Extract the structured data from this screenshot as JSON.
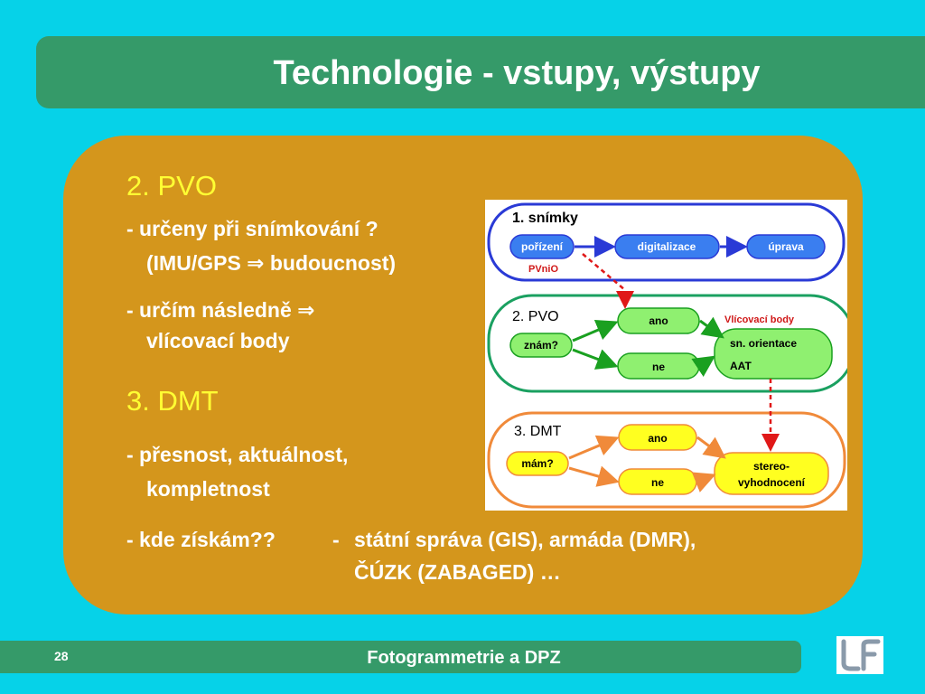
{
  "title": "Technologie - vstupy, výstupy",
  "sections": {
    "pvo_heading": "2. PVO",
    "pvo_line1": "- určeny při snímkování ?",
    "pvo_line2_a": "(IMU/GPS",
    "pvo_line2_arrow": "⇒",
    "pvo_line2_b": "budoucnost)",
    "pvo_line3_a": "- určím následně",
    "pvo_line3_arrow": "⇒",
    "pvo_line4": "vlícovací body",
    "dmt_heading": "3. DMT",
    "dmt_line1": "- přesnost, aktuálnost,",
    "dmt_line2": "kompletnost",
    "dmt_line3": "- kde získám??",
    "dmt_line3_dash": "-",
    "dmt_line3_b": "státní správa (GIS), armáda (DMR),",
    "dmt_line4": "ČÚZK (ZABAGED) …"
  },
  "diagram": {
    "group1": {
      "label": "1. snímky",
      "nodes": [
        "pořízení",
        "digitalizace",
        "úprava"
      ],
      "note": "PVniO"
    },
    "group2": {
      "label": "2. PVO",
      "nodes": [
        "znám?",
        "ano",
        "ne"
      ],
      "result": [
        "sn. orientace",
        "AAT"
      ],
      "note": "Vlícovací body"
    },
    "group3": {
      "label": "3. DMT",
      "nodes": [
        "mám?",
        "ano",
        "ne"
      ],
      "result": [
        "stereo-",
        "vyhodnocení"
      ]
    }
  },
  "footer": {
    "page": "28",
    "title": "Fotogrammetrie a DPZ"
  },
  "logo": {
    "icon": "lf-logo-icon"
  },
  "colors": {
    "background": "#06d2e8",
    "bar": "#359a69",
    "panel": "#d4961c",
    "heading": "#ffff33"
  }
}
